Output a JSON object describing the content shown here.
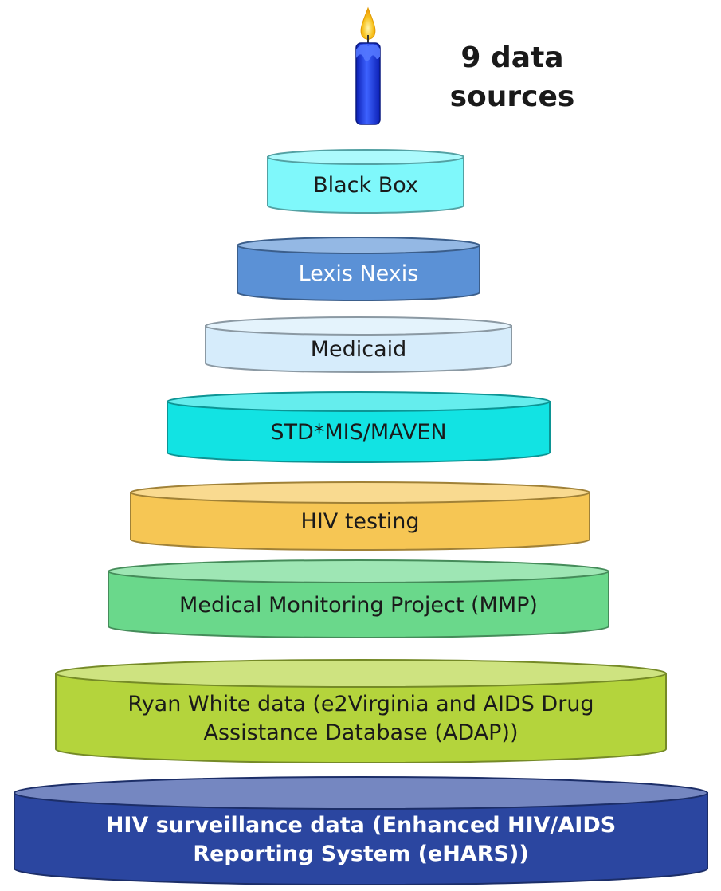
{
  "caption": {
    "line1": "9 data",
    "line2": "sources"
  },
  "tiers": [
    {
      "label": "Black Box",
      "color": "#7ff8fb",
      "text_color": "dark"
    },
    {
      "label": "Lexis Nexis",
      "color": "#5b91d6",
      "text_color": "light"
    },
    {
      "label": "Medicaid",
      "color": "#d6ecfb",
      "text_color": "dark"
    },
    {
      "label": "STD*MIS/MAVEN",
      "color": "#12e3e3",
      "text_color": "dark"
    },
    {
      "label": "HIV testing",
      "color": "#f6c654",
      "text_color": "dark"
    },
    {
      "label": "Medical Monitoring Project (MMP)",
      "color": "#6ad88b",
      "text_color": "dark"
    },
    {
      "label": "Ryan White data (e2Virginia and AIDS Drug Assistance Database (ADAP))",
      "color": "#b4d43c",
      "text_color": "dark"
    },
    {
      "label": "HIV surveillance data (Enhanced HIV/AIDS Reporting System (eHARS))",
      "color": "#2b46a0",
      "text_color": "light"
    }
  ],
  "candle": {
    "icon": "candle-icon",
    "color": "#1b3cf0",
    "flame_color": "#f7c21e"
  }
}
